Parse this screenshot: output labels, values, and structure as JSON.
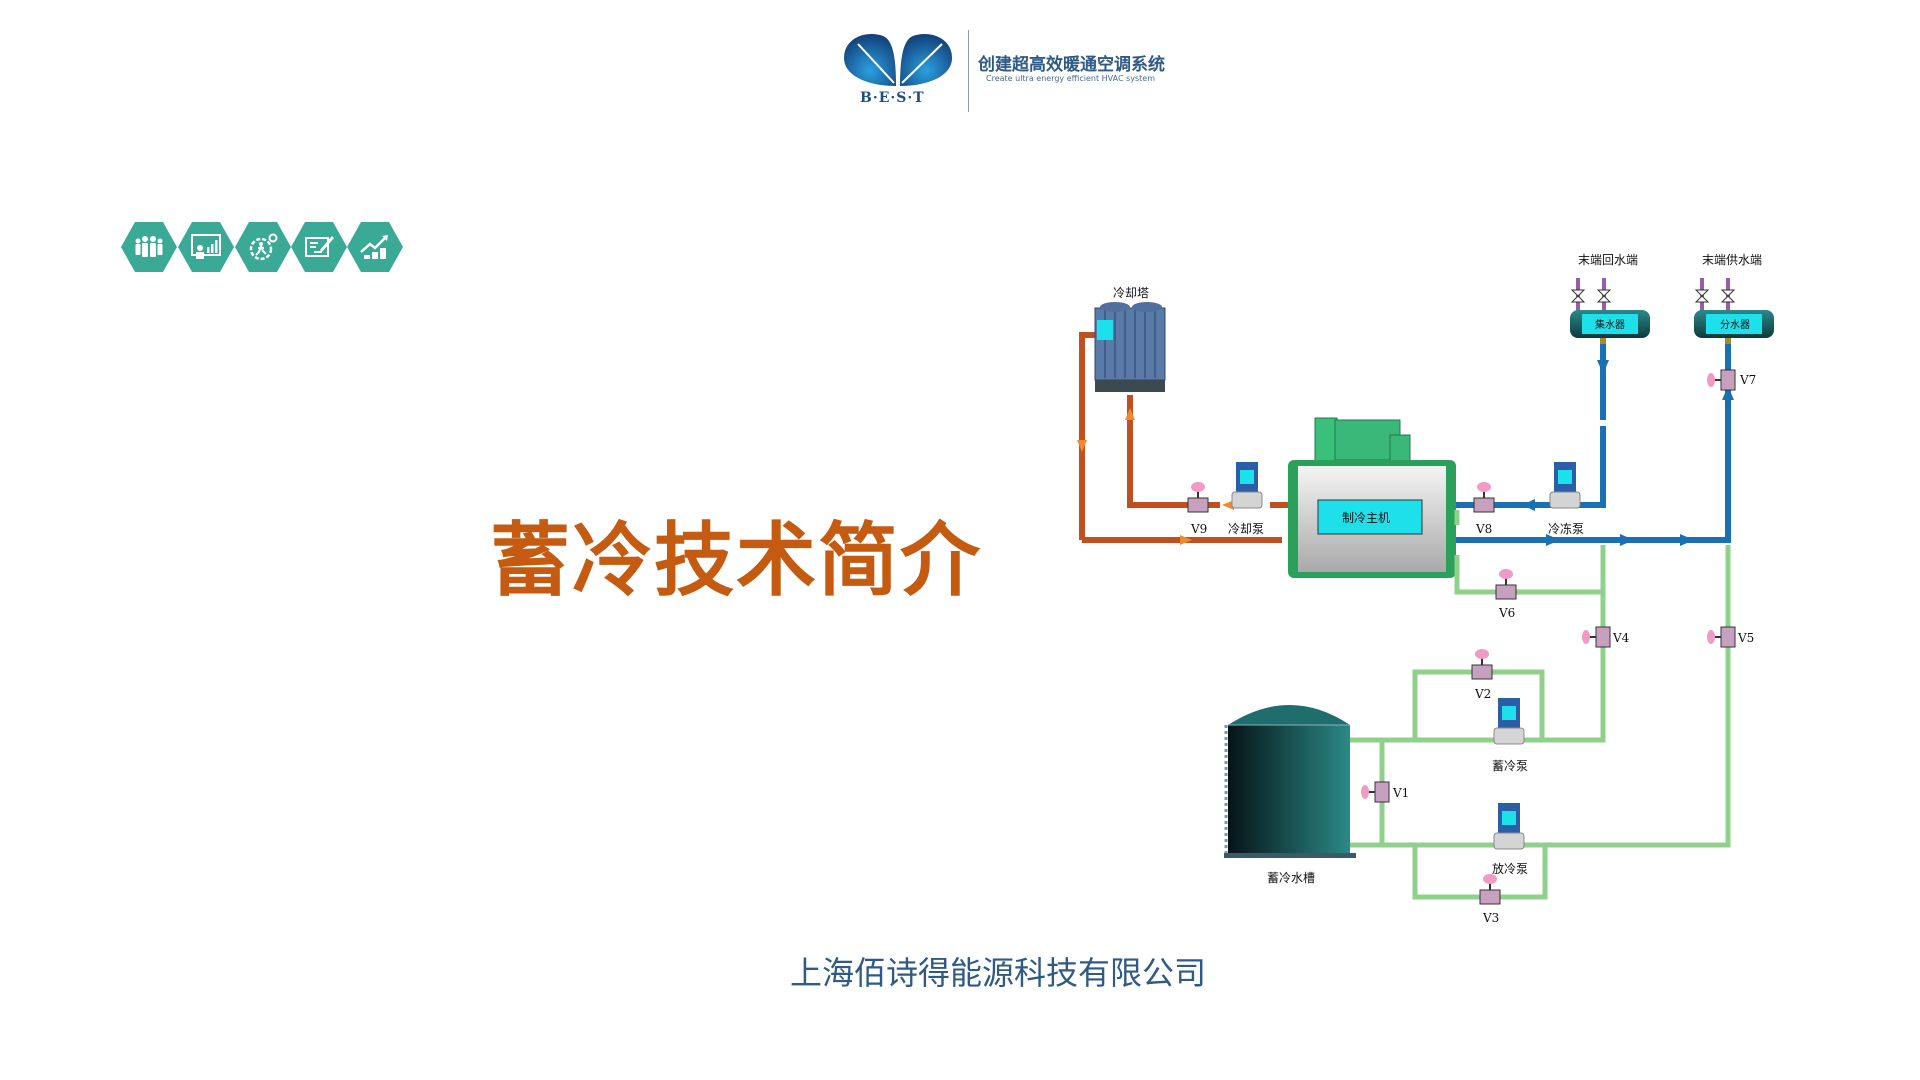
{
  "header": {
    "logo_text": "B·E·S·T",
    "slogan_cn": "创建超高效暖通空调系统",
    "slogan_en": "Create ultra energy efficient HVAC system"
  },
  "icons": [
    {
      "name": "team-icon"
    },
    {
      "name": "presentation-icon"
    },
    {
      "name": "process-gear-icon"
    },
    {
      "name": "contract-sign-icon"
    },
    {
      "name": "growth-chart-icon"
    }
  ],
  "title": "蓄冷技术简介",
  "company": "上海佰诗得能源科技有限公司",
  "colors": {
    "title": "#c55a11",
    "company": "#2f5a86",
    "hex": "#3aaa96",
    "cooling_pipe": "#c0501f",
    "chilled_pipe": "#1b6fb3",
    "storage_pipe": "#8fd08a",
    "arrow_orange": "#f08a30"
  },
  "diagram": {
    "cooling_tower": "冷却塔",
    "chiller": "制冷主机",
    "cooling_pump": "冷却泵",
    "chilled_pump": "冷冻泵",
    "return_end": "末端回水端",
    "supply_end": "末端供水端",
    "collector": "集水器",
    "distributor": "分水器",
    "storage_pump": "蓄冷泵",
    "release_pump": "放冷泵",
    "storage_tank": "蓄冷水槽",
    "valves": {
      "v1": "V1",
      "v2": "V2",
      "v3": "V3",
      "v4": "V4",
      "v5": "V5",
      "v6": "V6",
      "v7": "V7",
      "v8": "V8",
      "v9": "V9"
    }
  }
}
